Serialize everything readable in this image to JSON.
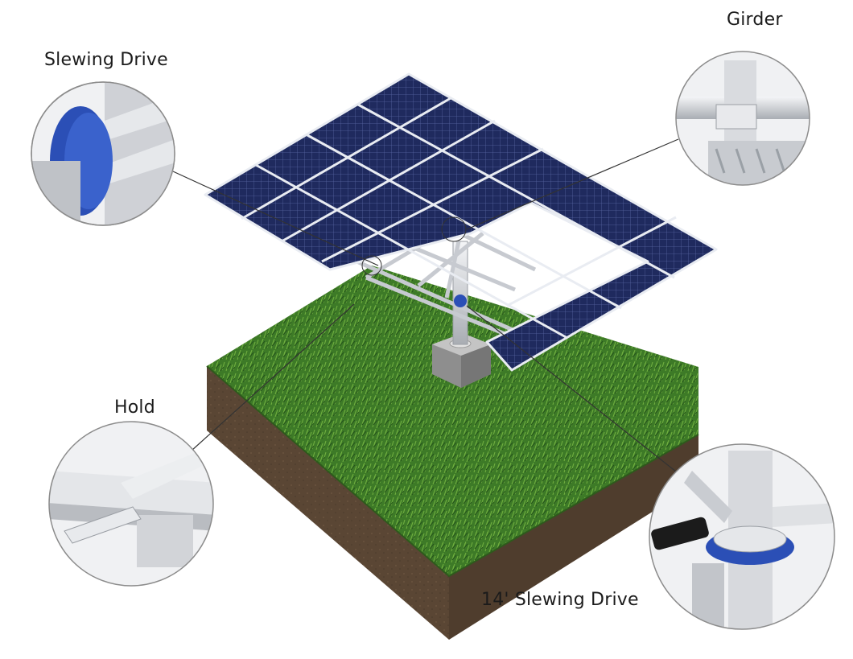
{
  "callouts": {
    "slewing_drive": "Slewing Drive",
    "girder": "Girder",
    "hold": "Hold",
    "slewing_drive_14": "14' Slewing Drive"
  },
  "colors": {
    "panel": "#1f2a5e",
    "panel_grid": "#c9d0e6",
    "frame": "#d6d8dc",
    "grass": "#3f7a2a",
    "soil": "#5b4734",
    "slewing_ring": "#2b4fb6",
    "concrete": "#9b9b9b"
  }
}
